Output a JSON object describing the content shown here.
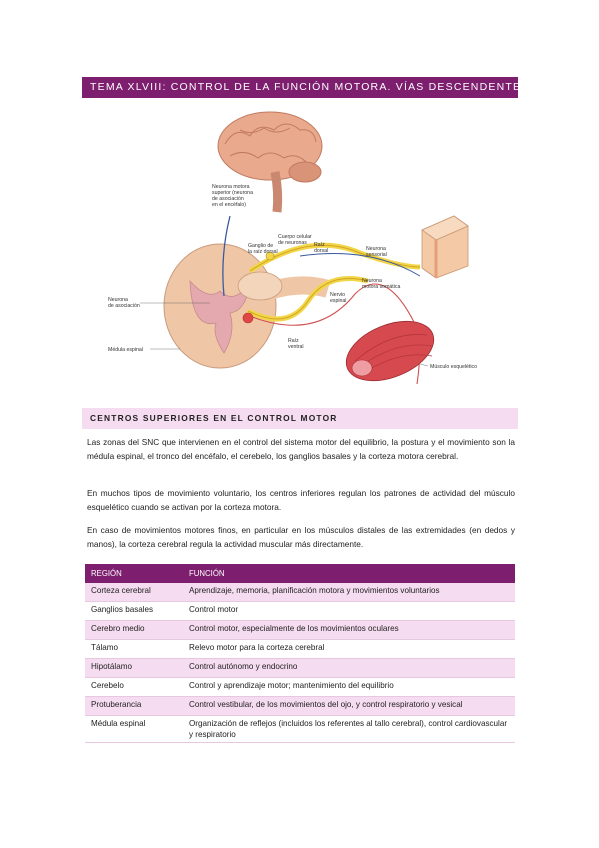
{
  "header": {
    "title": "TEMA XLVIII: CONTROL DE LA FUNCIÓN MOTORA. VÍAS DESCENDENTES"
  },
  "figure": {
    "labels": {
      "upper_motor_neuron": [
        "Neurona motora",
        "superior (neurona",
        "de asociación",
        "en el encéfalo)"
      ],
      "cell_body": [
        "Cuerpo celular",
        "de neuronas"
      ],
      "dorsal_ganglion": [
        "Ganglio de",
        "la raíz dorsal"
      ],
      "dorsal_root": [
        "Raíz",
        "dorsal"
      ],
      "sensory_neuron": [
        "Neurona",
        "sensorial"
      ],
      "somatic_motor_neuron": [
        "Neurona",
        "motora somática"
      ],
      "spinal_nerve": [
        "Nervio",
        "espinal"
      ],
      "association_neuron": [
        "Neurona",
        "de asociación"
      ],
      "spinal_cord": "Médula espinal",
      "ventral_root": [
        "Raíz",
        "ventral"
      ],
      "skeletal_muscle": "Músculo esquelético"
    }
  },
  "section": {
    "title": "CENTROS SUPERIORES EN EL CONTROL MOTOR",
    "paragraphs": [
      "Las zonas del SNC que intervienen en el control del sistema motor del equilibrio, la postura y el movimiento son la médula espinal, el tronco del encéfalo, el cerebelo, los ganglios basales y la corteza motora cerebral.",
      "En muchos tipos de movimiento voluntario, los centros inferiores regulan los patrones de actividad del músculo esquelético cuando se activan por la corteza motora.",
      "En caso de movimientos motores finos, en particular en los músculos distales de las extremidades (en dedos y manos), la corteza cerebral regula la actividad muscular más directamente."
    ]
  },
  "table": {
    "headers": [
      "REGIÓN",
      "FUNCIÓN"
    ],
    "rows": [
      [
        "Corteza cerebral",
        "Aprendizaje, memoria, planificación motora y movimientos voluntarios"
      ],
      [
        "Ganglios basales",
        "Control motor"
      ],
      [
        "Cerebro medio",
        "Control motor, especialmente de los movimientos oculares"
      ],
      [
        "Tálamo",
        "Relevo motor para la corteza cerebral"
      ],
      [
        "Hipotálamo",
        "Control autónomo y endocrino"
      ],
      [
        "Cerebelo",
        "Control y aprendizaje motor; mantenimiento del equilibrio"
      ],
      [
        "Protuberancia",
        "Control vestibular, de los movimientos del ojo, y control respiratorio y vesical"
      ],
      [
        "Médula espinal",
        "Organización de reflejos (incluidos los referentes al tallo cerebral), control cardiovascular y respiratorio"
      ]
    ]
  },
  "colors": {
    "accent": "#7d1f6e",
    "accent_light": "#f6dcf1",
    "nerve_yellow": "#f1d64a",
    "nerve_red": "#d05050",
    "nerve_blue": "#3b5aa0"
  }
}
